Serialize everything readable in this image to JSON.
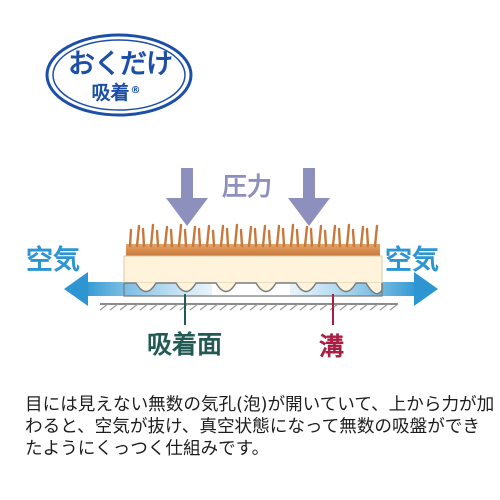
{
  "logo": {
    "brand": "おくだけ",
    "sub": "吸着",
    "registered_mark": "®",
    "color": "#1c4fa8"
  },
  "diagram": {
    "pressure_label": "圧力",
    "air_label_left": "空気",
    "air_label_right": "空気",
    "surface_label": "吸着面",
    "groove_label": "溝",
    "colors": {
      "pressure": "#8d8fbd",
      "air": "#2d96d2",
      "pile": "#d08a4e",
      "backing": "#fff3db",
      "surface_pointer": "#235a55",
      "groove_pointer": "#a62045"
    }
  },
  "caption": {
    "text": "目には見えない無数の気孔(泡)が開いていて、上から力が加わると、空気が抜け、真空状態になって無数の吸盤ができたようにくっつく仕組みです。"
  }
}
